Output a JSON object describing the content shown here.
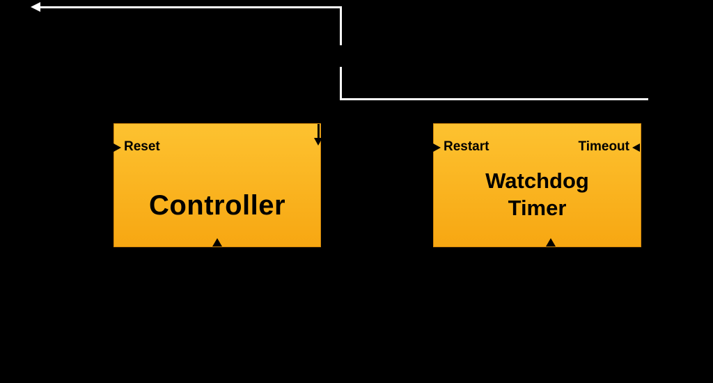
{
  "diagram": {
    "background_color": "#000000",
    "wire_color": "#ffffff",
    "signal_arrow_color": "#000000",
    "box_fill_top": "#fdc230",
    "box_fill_bottom": "#f7a712",
    "controller": {
      "title": "Controller",
      "reset_label": "Reset"
    },
    "watchdog": {
      "title": "Watchdog Timer",
      "restart_label": "Restart",
      "timeout_label": "Timeout"
    }
  }
}
